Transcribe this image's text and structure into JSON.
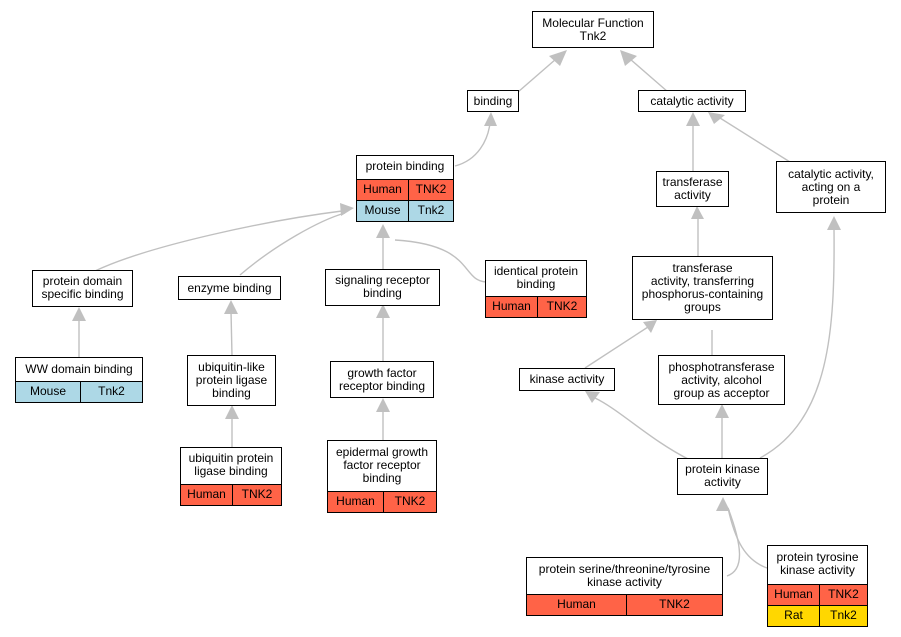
{
  "nodes": {
    "root": {
      "label": "Molecular Function\nTnk2"
    },
    "binding": {
      "label": "binding"
    },
    "catalytic": {
      "label": "catalytic activity"
    },
    "protein_binding": {
      "label": "protein binding",
      "rows": [
        {
          "species": "Human",
          "gene": "TNK2"
        },
        {
          "species": "Mouse",
          "gene": "Tnk2"
        }
      ]
    },
    "transferase": {
      "label": "transferase\nactivity"
    },
    "cat_protein": {
      "label": "catalytic activity,\nacting on a\nprotein"
    },
    "pdsb": {
      "label": "protein domain\nspecific binding"
    },
    "enzyme_binding": {
      "label": "enzyme binding"
    },
    "srb": {
      "label": "signaling receptor\nbinding"
    },
    "identical": {
      "label": "identical protein\nbinding",
      "rows": [
        {
          "species": "Human",
          "gene": "TNK2"
        }
      ]
    },
    "transferase_p": {
      "label": "transferase\nactivity, transferring\nphosphorus-containing\ngroups"
    },
    "ww": {
      "label": "WW domain binding",
      "rows": [
        {
          "species": "Mouse",
          "gene": "Tnk2"
        }
      ]
    },
    "ubl": {
      "label": "ubiquitin-like\nprotein ligase\nbinding"
    },
    "gfrb": {
      "label": "growth factor\nreceptor binding"
    },
    "kinase": {
      "label": "kinase activity"
    },
    "phospho": {
      "label": "phosphotransferase\nactivity, alcohol\ngroup as acceptor"
    },
    "upl": {
      "label": "ubiquitin protein\nligase binding",
      "rows": [
        {
          "species": "Human",
          "gene": "TNK2"
        }
      ]
    },
    "egfr": {
      "label": "epidermal growth\nfactor receptor\nbinding",
      "rows": [
        {
          "species": "Human",
          "gene": "TNK2"
        }
      ]
    },
    "pk": {
      "label": "protein kinase\nactivity"
    },
    "psty": {
      "label": "protein serine/threonine/tyrosine\nkinase activity",
      "rows": [
        {
          "species": "Human",
          "gene": "TNK2"
        }
      ]
    },
    "ptk": {
      "label": "protein tyrosine\nkinase activity",
      "rows": [
        {
          "species": "Human",
          "gene": "TNK2"
        },
        {
          "species": "Rat",
          "gene": "Tnk2"
        }
      ]
    }
  },
  "colors": {
    "Human": "#ff6347",
    "Mouse": "#add8e6",
    "Rat": "#ffd700",
    "edge": "#c0c0c0"
  }
}
